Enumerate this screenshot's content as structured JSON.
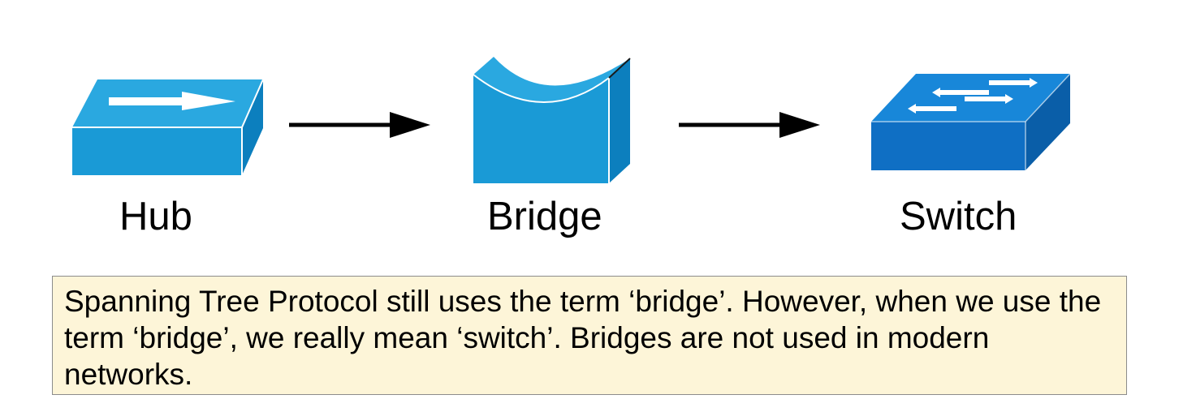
{
  "colors": {
    "device_front": "#1a9ad6",
    "device_top": "#2aa8e0",
    "device_side": "#0c7fbe",
    "switch_front": "#0f6fc4",
    "switch_top": "#1887d9",
    "switch_side": "#0a5ea8",
    "arrow": "#000000",
    "note_background": "#fdf5d8",
    "note_border": "#8c8c8c"
  },
  "devices": [
    {
      "label": "Hub",
      "icon": "hub-icon"
    },
    {
      "label": "Bridge",
      "icon": "bridge-icon"
    },
    {
      "label": "Switch",
      "icon": "switch-icon"
    }
  ],
  "note": {
    "text": "Spanning Tree Protocol still uses the term ‘bridge’.  However, when we use the term ‘bridge’, we really mean ‘switch’.  Bridges are not used in modern networks."
  }
}
